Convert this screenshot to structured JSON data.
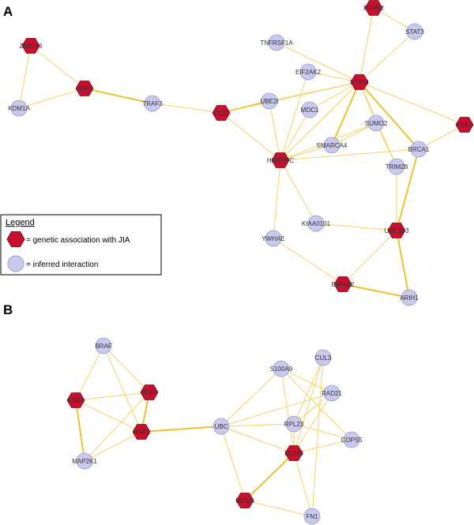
{
  "colors": {
    "edge": "#f5d264",
    "edge_strong": "#f0c030",
    "gene_fill": "#c8102e",
    "gene_stroke": "#8a0a1e",
    "inferred_fill": "#c9c9ee",
    "inferred_stroke": "#9a9ad0",
    "text": "#333333"
  },
  "panels": [
    {
      "label": "A",
      "nodes": [
        {
          "id": "a1",
          "label": "ZNF746",
          "type": "gene"
        },
        {
          "id": "a2",
          "label": "ZBP1",
          "type": "gene"
        },
        {
          "id": "a3",
          "label": "KDM1A",
          "type": "inferred"
        },
        {
          "id": "a4",
          "label": "TRAF3",
          "type": "inferred"
        },
        {
          "id": "a5",
          "label": "FLS1",
          "type": "gene"
        },
        {
          "id": "a6",
          "label": "TNFRSF1A",
          "type": "inferred"
        },
        {
          "id": "a7",
          "label": "EIF2AK2",
          "type": "inferred"
        },
        {
          "id": "a8",
          "label": "PTPN2",
          "type": "gene"
        },
        {
          "id": "a9",
          "label": "STAT3",
          "type": "inferred"
        },
        {
          "id": "a10",
          "label": "STAT4",
          "type": "gene"
        },
        {
          "id": "a11",
          "label": "UBE2I",
          "type": "inferred"
        },
        {
          "id": "a12",
          "label": "MDC1",
          "type": "inferred"
        },
        {
          "id": "a13",
          "label": "SUMO2",
          "type": "inferred"
        },
        {
          "id": "a14",
          "label": "PRKS",
          "type": "gene"
        },
        {
          "id": "a15",
          "label": "SMARCA4",
          "type": "inferred"
        },
        {
          "id": "a16",
          "label": "BRCA1",
          "type": "inferred"
        },
        {
          "id": "a17",
          "label": "HNRNPC",
          "type": "gene"
        },
        {
          "id": "a18",
          "label": "TRIM28",
          "type": "inferred"
        },
        {
          "id": "a19",
          "label": "KIAA0101",
          "type": "inferred"
        },
        {
          "id": "a20",
          "label": "UBE2D3",
          "type": "gene"
        },
        {
          "id": "a21",
          "label": "YWHAE",
          "type": "inferred"
        },
        {
          "id": "a22",
          "label": "BIRAB2",
          "type": "gene"
        },
        {
          "id": "a23",
          "label": "ARIH1",
          "type": "inferred"
        }
      ],
      "edges": [
        [
          "a1",
          "a2",
          0
        ],
        [
          "a1",
          "a3",
          0
        ],
        [
          "a3",
          "a2",
          0
        ],
        [
          "a2",
          "a4",
          1
        ],
        [
          "a4",
          "a5",
          0
        ],
        [
          "a5",
          "a11",
          1
        ],
        [
          "a5",
          "a17",
          0
        ],
        [
          "a5",
          "a10",
          0
        ],
        [
          "a6",
          "a10",
          0
        ],
        [
          "a8",
          "a9",
          0
        ],
        [
          "a8",
          "a10",
          0
        ],
        [
          "a9",
          "a10",
          0
        ],
        [
          "a7",
          "a10",
          0
        ],
        [
          "a7",
          "a17",
          0
        ],
        [
          "a11",
          "a10",
          0
        ],
        [
          "a11",
          "a17",
          0
        ],
        [
          "a12",
          "a10",
          0
        ],
        [
          "a12",
          "a17",
          0
        ],
        [
          "a10",
          "a17",
          0
        ],
        [
          "a10",
          "a15",
          1
        ],
        [
          "a10",
          "a13",
          0
        ],
        [
          "a10",
          "a16",
          1
        ],
        [
          "a10",
          "a18",
          0
        ],
        [
          "a10",
          "a14",
          0
        ],
        [
          "a13",
          "a17",
          0
        ],
        [
          "a13",
          "a15",
          0
        ],
        [
          "a13",
          "a18",
          0
        ],
        [
          "a14",
          "a16",
          0
        ],
        [
          "a15",
          "a17",
          0
        ],
        [
          "a16",
          "a17",
          0
        ],
        [
          "a16",
          "a20",
          1
        ],
        [
          "a18",
          "a20",
          0
        ],
        [
          "a17",
          "a19",
          0
        ],
        [
          "a17",
          "a21",
          0
        ],
        [
          "a19",
          "a20",
          0
        ],
        [
          "a20",
          "a22",
          0
        ],
        [
          "a20",
          "a23",
          1
        ],
        [
          "a21",
          "a22",
          0
        ],
        [
          "a22",
          "a23",
          1
        ]
      ]
    },
    {
      "label": "B",
      "nodes": [
        {
          "id": "b1",
          "label": "BRAF",
          "type": "inferred"
        },
        {
          "id": "b2",
          "label": "KSR1",
          "type": "gene"
        },
        {
          "id": "b3",
          "label": "BRAP",
          "type": "gene"
        },
        {
          "id": "b4",
          "label": "RAF1",
          "type": "gene"
        },
        {
          "id": "b5",
          "label": "MAP2K1",
          "type": "inferred"
        },
        {
          "id": "b6",
          "label": "UBC",
          "type": "inferred"
        },
        {
          "id": "b7",
          "label": "S100A9",
          "type": "inferred"
        },
        {
          "id": "b8",
          "label": "CUL3",
          "type": "inferred"
        },
        {
          "id": "b9",
          "label": "RAD21",
          "type": "inferred"
        },
        {
          "id": "b10",
          "label": "RPL23",
          "type": "inferred"
        },
        {
          "id": "b11",
          "label": "COPS5",
          "type": "inferred"
        },
        {
          "id": "b12",
          "label": "MCM3",
          "type": "gene"
        },
        {
          "id": "b13",
          "label": "MCM5",
          "type": "gene"
        },
        {
          "id": "b14",
          "label": "FN1",
          "type": "inferred"
        }
      ],
      "edges": [
        [
          "b1",
          "b2",
          0
        ],
        [
          "b1",
          "b3",
          0
        ],
        [
          "b1",
          "b4",
          0
        ],
        [
          "b2",
          "b3",
          0
        ],
        [
          "b2",
          "b4",
          0
        ],
        [
          "b2",
          "b5",
          1
        ],
        [
          "b3",
          "b4",
          1
        ],
        [
          "b3",
          "b5",
          0
        ],
        [
          "b4",
          "b5",
          0
        ],
        [
          "b4",
          "b6",
          1
        ],
        [
          "b6",
          "b7",
          0
        ],
        [
          "b6",
          "b10",
          0
        ],
        [
          "b6",
          "b12",
          0
        ],
        [
          "b6",
          "b13",
          0
        ],
        [
          "b6",
          "b9",
          0
        ],
        [
          "b7",
          "b9",
          0
        ],
        [
          "b7",
          "b11",
          0
        ],
        [
          "b7",
          "b12",
          0
        ],
        [
          "b8",
          "b12",
          0
        ],
        [
          "b8",
          "b10",
          0
        ],
        [
          "b8",
          "b14",
          0
        ],
        [
          "b9",
          "b10",
          0
        ],
        [
          "b9",
          "b12",
          0
        ],
        [
          "b10",
          "b11",
          0
        ],
        [
          "b10",
          "b12",
          0
        ],
        [
          "b11",
          "b12",
          0
        ],
        [
          "b12",
          "b13",
          1
        ],
        [
          "b12",
          "b14",
          0
        ],
        [
          "b13",
          "b14",
          0
        ]
      ]
    }
  ],
  "legend": {
    "title": "Legend",
    "gene_label": "= genetic association with JIA",
    "inferred_label": "= inferred interaction"
  }
}
